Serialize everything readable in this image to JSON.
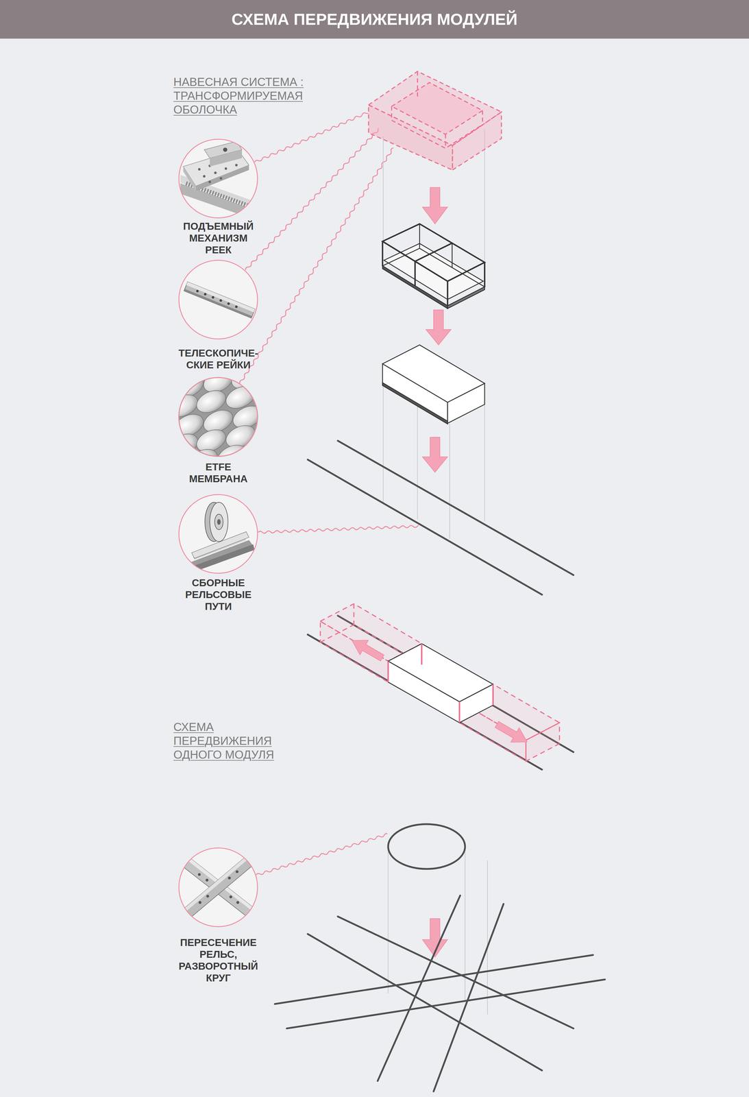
{
  "diagram": {
    "title": "СХЕМА ПЕРЕДВИЖЕНИЯ МОДУЛЕЙ",
    "nodes": [
      {
        "text": [
          "ПОДЪЕМНЫЙ МЕХАНИЗМ РЕЕК"
        ]
      },
      {
        "text": [
          "ТЕЛЕСКОПИЧЕ- СКИЕ РЕЙКИ"
        ]
      },
      {
        "text": [
          "ETFE МЕМБРАНА"
        ]
      },
      {
        "text": [
          "СБОРНЫЕ РЕЛЬСОВЫЕ ПУТИ"
        ]
      },
      {
        "text": [
          "ПЕРЕСЕЧЕНИЕ РЕЛЬС, РАЗВОРОТНЫЙ КРУГ"
        ]
      }
    ],
    "labels": [
      "НАВЕСНАЯ СИСТЕМА : ТРАНСФОРМИРУЕМАЯ ОБОЛОЧКА",
      "СХЕМА ПЕРЕДВИЖЕНИЯ ОДНОГО МОДУЛЯ"
    ]
  }
}
